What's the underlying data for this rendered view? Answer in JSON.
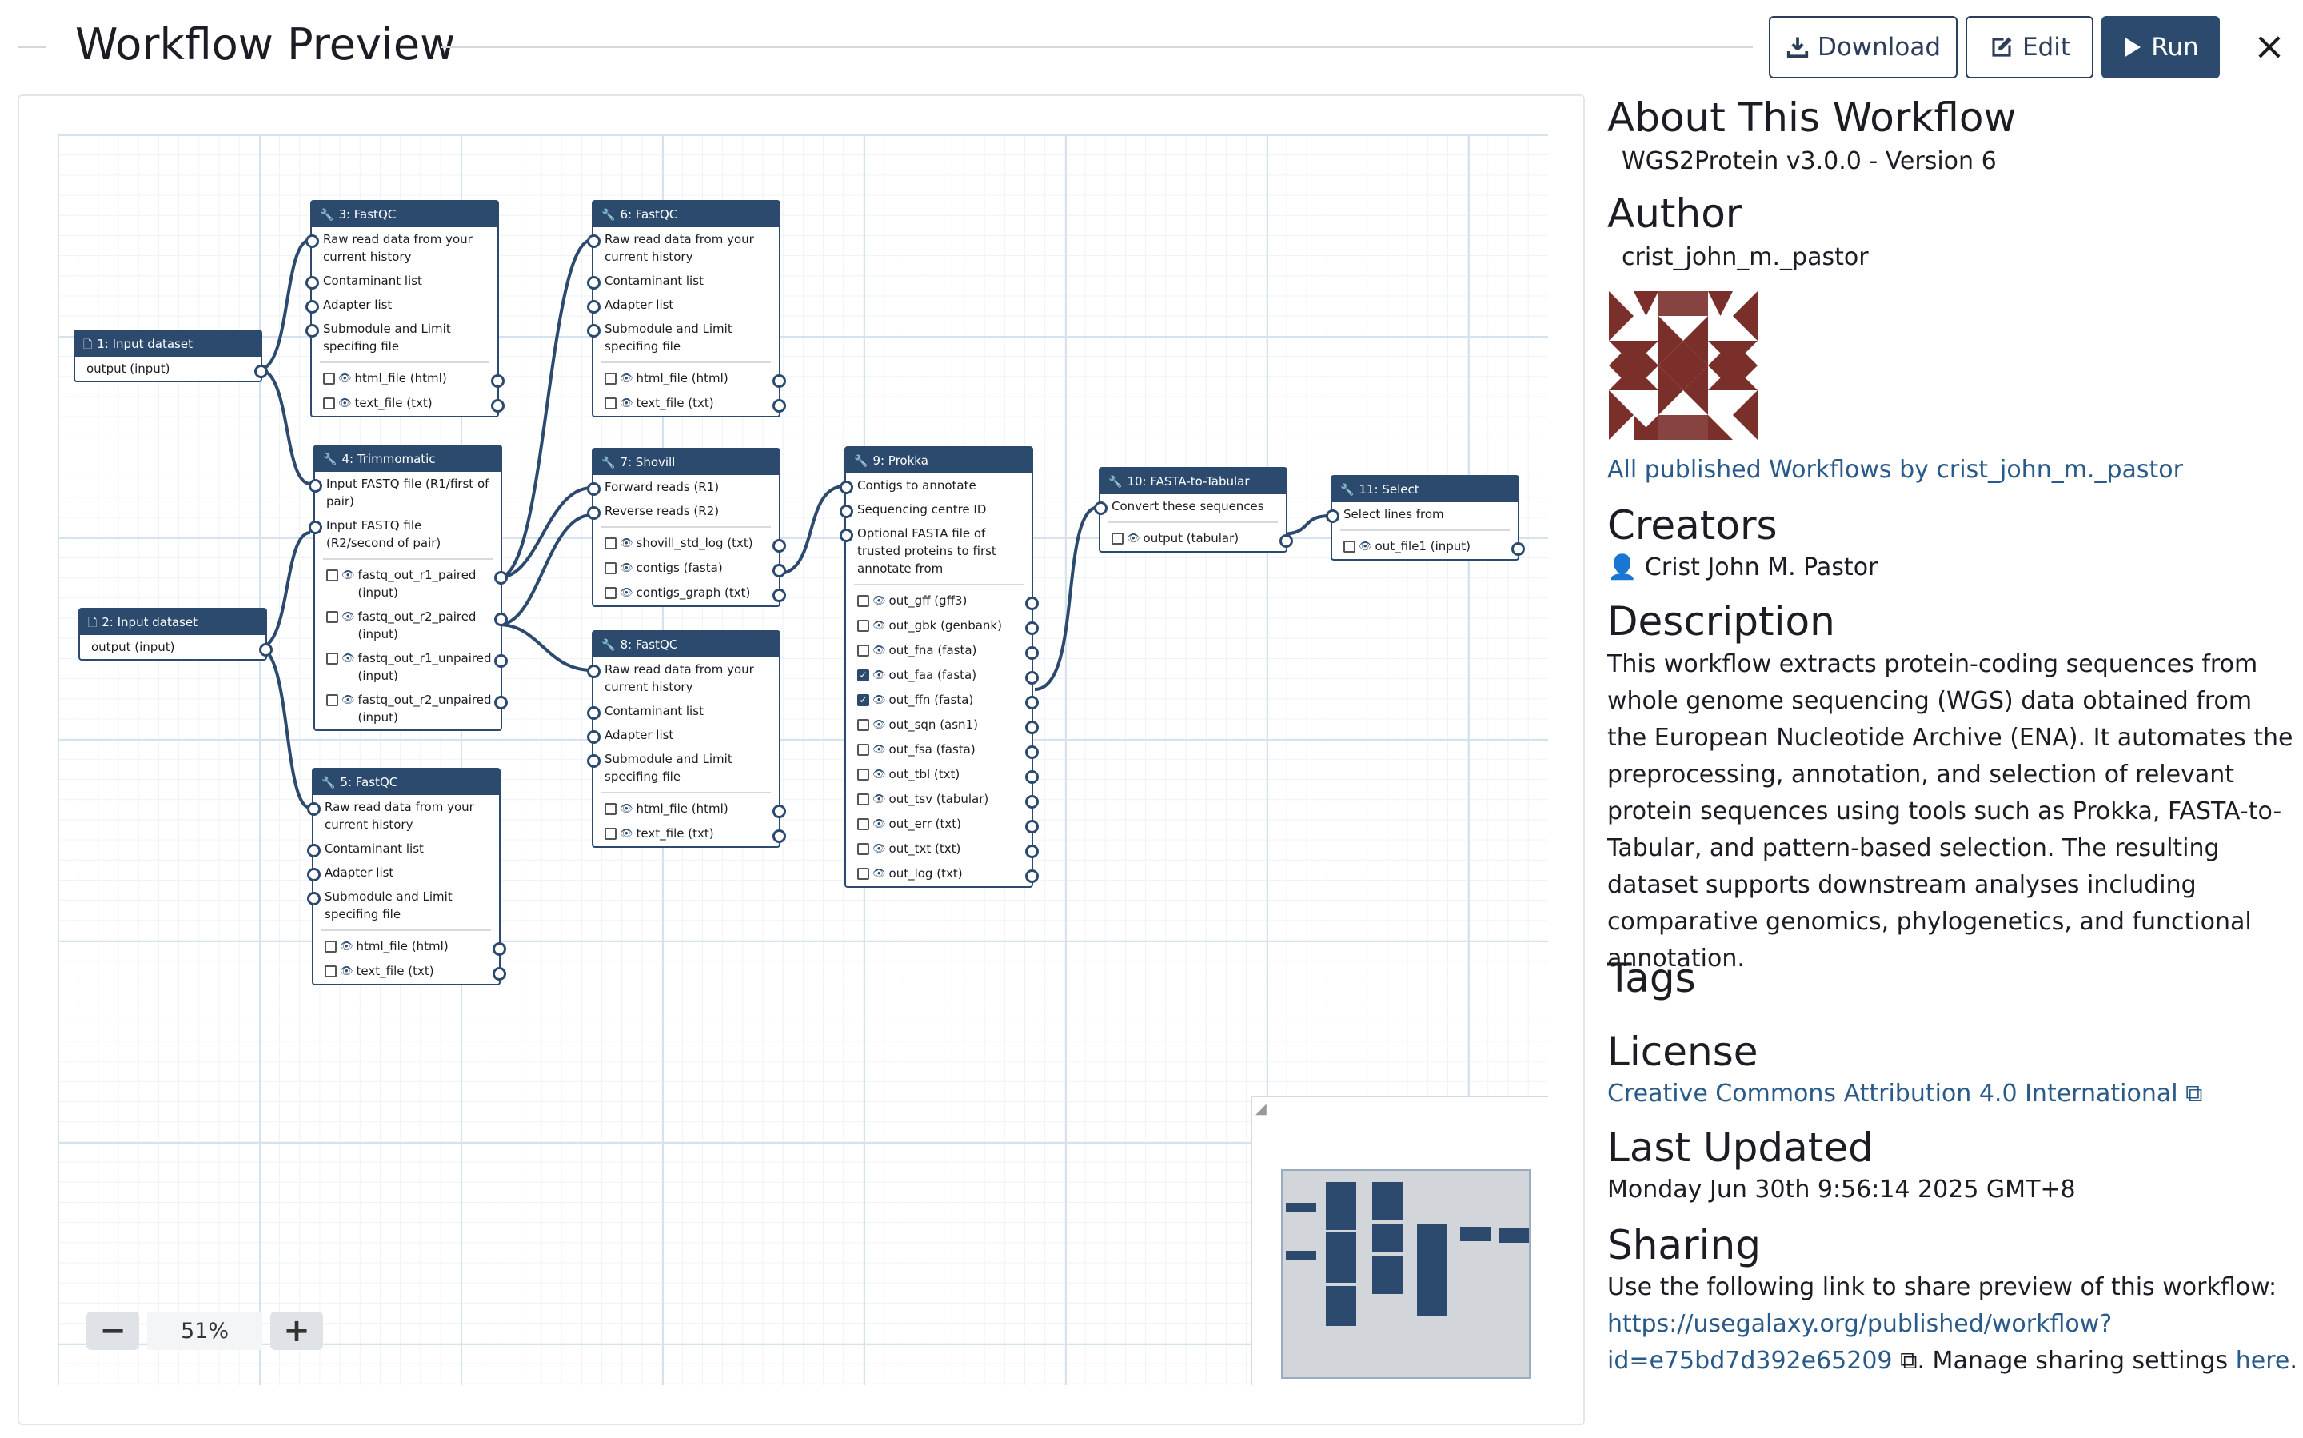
{
  "header": {
    "title": "Workflow Preview",
    "download_label": "Download",
    "edit_label": "Edit",
    "run_label": "Run",
    "close_label": "×",
    "icons": [
      "download-icon",
      "edit-icon",
      "play-icon",
      "close-icon"
    ],
    "colors": {
      "primary": "#2c4a6e",
      "link": "#2a5a8a"
    }
  },
  "canvas": {
    "zoom_minus": "−",
    "zoom_value": "51%",
    "zoom_plus": "+",
    "nodes": [
      {
        "title": "1: Input dataset",
        "icon": "file-icon",
        "inputs": [],
        "outputs": [],
        "plain": [
          "output (input)"
        ]
      },
      {
        "title": "2: Input dataset",
        "icon": "file-icon",
        "inputs": [],
        "outputs": [],
        "plain": [
          "output (input)"
        ]
      },
      {
        "title": "3: FastQC",
        "icon": "wrench-icon",
        "inputs": [
          "Raw read data from your current history",
          "Contaminant list",
          "Adapter list",
          "Submodule and Limit specifing file"
        ],
        "outputs": [
          {
            "label": "html_file (html)",
            "checked": false
          },
          {
            "label": "text_file (txt)",
            "checked": false
          }
        ]
      },
      {
        "title": "4: Trimmomatic",
        "icon": "wrench-icon",
        "inputs": [
          "Input FASTQ file (R1/first of pair)",
          "Input FASTQ file (R2/second of pair)"
        ],
        "outputs": [
          {
            "label": "fastq_out_r1_paired (input)",
            "checked": false
          },
          {
            "label": "fastq_out_r2_paired (input)",
            "checked": false
          },
          {
            "label": "fastq_out_r1_unpaired (input)",
            "checked": false
          },
          {
            "label": "fastq_out_r2_unpaired (input)",
            "checked": false
          }
        ]
      },
      {
        "title": "5: FastQC",
        "icon": "wrench-icon",
        "inputs": [
          "Raw read data from your current history",
          "Contaminant list",
          "Adapter list",
          "Submodule and Limit specifing file"
        ],
        "outputs": [
          {
            "label": "html_file (html)",
            "checked": false
          },
          {
            "label": "text_file (txt)",
            "checked": false
          }
        ]
      },
      {
        "title": "6: FastQC",
        "icon": "wrench-icon",
        "inputs": [
          "Raw read data from your current history",
          "Contaminant list",
          "Adapter list",
          "Submodule and Limit specifing file"
        ],
        "outputs": [
          {
            "label": "html_file (html)",
            "checked": false
          },
          {
            "label": "text_file (txt)",
            "checked": false
          }
        ]
      },
      {
        "title": "7: Shovill",
        "icon": "wrench-icon",
        "inputs": [
          "Forward reads (R1)",
          "Reverse reads (R2)"
        ],
        "outputs": [
          {
            "label": "shovill_std_log (txt)",
            "checked": false
          },
          {
            "label": "contigs (fasta)",
            "checked": false
          },
          {
            "label": "contigs_graph (txt)",
            "checked": false
          }
        ]
      },
      {
        "title": "8: FastQC",
        "icon": "wrench-icon",
        "inputs": [
          "Raw read data from your current history",
          "Contaminant list",
          "Adapter list",
          "Submodule and Limit specifing file"
        ],
        "outputs": [
          {
            "label": "html_file (html)",
            "checked": false
          },
          {
            "label": "text_file (txt)",
            "checked": false
          }
        ]
      },
      {
        "title": "9: Prokka",
        "icon": "wrench-icon",
        "inputs": [
          "Contigs to annotate",
          "Sequencing centre ID",
          "Optional FASTA file of trusted proteins to first annotate from"
        ],
        "outputs": [
          {
            "label": "out_gff (gff3)",
            "checked": false
          },
          {
            "label": "out_gbk (genbank)",
            "checked": false
          },
          {
            "label": "out_fna (fasta)",
            "checked": false
          },
          {
            "label": "out_faa (fasta)",
            "checked": true
          },
          {
            "label": "out_ffn (fasta)",
            "checked": true
          },
          {
            "label": "out_sqn (asn1)",
            "checked": false
          },
          {
            "label": "out_fsa (fasta)",
            "checked": false
          },
          {
            "label": "out_tbl (txt)",
            "checked": false
          },
          {
            "label": "out_tsv (tabular)",
            "checked": false
          },
          {
            "label": "out_err (txt)",
            "checked": false
          },
          {
            "label": "out_txt (txt)",
            "checked": false
          },
          {
            "label": "out_log (txt)",
            "checked": false
          }
        ]
      },
      {
        "title": "10: FASTA-to-Tabular",
        "icon": "wrench-icon",
        "inputs": [
          "Convert these sequences"
        ],
        "outputs": [
          {
            "label": "output (tabular)",
            "checked": false
          }
        ]
      },
      {
        "title": "11: Select",
        "icon": "wrench-icon",
        "inputs": [
          "Select lines from"
        ],
        "outputs": [
          {
            "label": "out_file1 (input)",
            "checked": false
          }
        ]
      }
    ]
  },
  "panel": {
    "about_heading": "About This Workflow",
    "workflow_name": "WGS2Protein v3.0.0 - Version 6",
    "author_heading": "Author",
    "author_name": "crist_john_m._pastor",
    "all_workflows_link": "All published Workflows by crist_john_m._pastor",
    "creators_heading": "Creators",
    "creator_name": "Crist John M. Pastor",
    "description_heading": "Description",
    "description": "This workflow extracts protein-coding sequences from whole genome sequencing (WGS) data obtained from the European Nucleotide Archive (ENA). It automates the preprocessing, annotation, and selection of relevant protein sequences using tools such as Prokka, FASTA-to-Tabular, and pattern-based selection. The resulting dataset supports downstream analyses including comparative genomics, phylogenetics, and functional annotation.",
    "tags_heading": "Tags",
    "license_heading": "License",
    "license_link": "Creative Commons Attribution 4.0 International",
    "updated_heading": "Last Updated",
    "updated_value": "Monday Jun 30th 9:56:14 2025 GMT+8",
    "sharing_heading": "Sharing",
    "sharing_text": "Use the following link to share preview of this workflow:",
    "sharing_link_1": "https://usegalaxy.org/published/workflow?",
    "sharing_link_2": "id=e75bd7d392e65209",
    "manage_text": ". Manage sharing settings ",
    "here_link": "here",
    "period": ".",
    "avatar_color": "#7a2f2b"
  }
}
